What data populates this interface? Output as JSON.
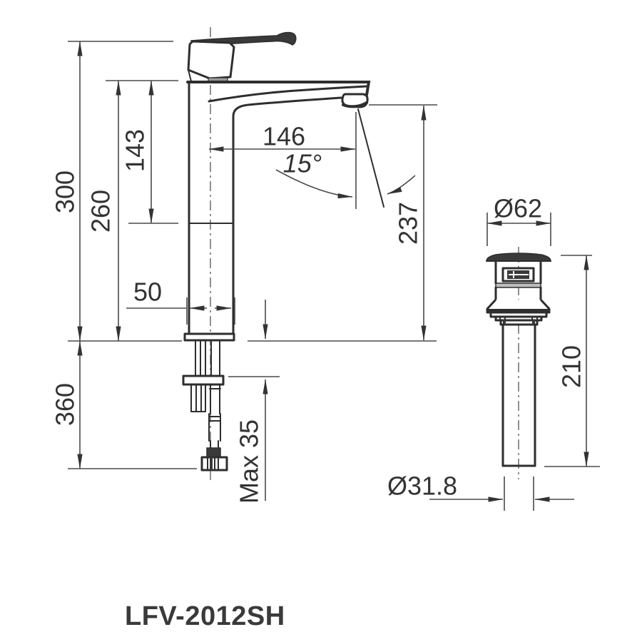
{
  "drawing": {
    "model_label": "LFV-2012SH",
    "faucet_view": {
      "dim_overall_height": "300",
      "dim_body_height": "260",
      "dim_upper_body_height": "143",
      "dim_spout_reach": "146",
      "dim_spray_angle": "15°",
      "dim_spout_to_counter": "237",
      "dim_body_width": "50",
      "dim_under_counter_depth": "360",
      "dim_max_counter_thickness": "Max 35"
    },
    "drain_view": {
      "dim_flange_diameter": "Ø62",
      "dim_tailpipe_length": "210",
      "dim_tailpipe_diameter": "Ø31.8"
    },
    "colors": {
      "object_line": "#2e2e2e",
      "dimension_line": "#4a4a4a",
      "text": "#333333",
      "background": "#ffffff"
    }
  }
}
